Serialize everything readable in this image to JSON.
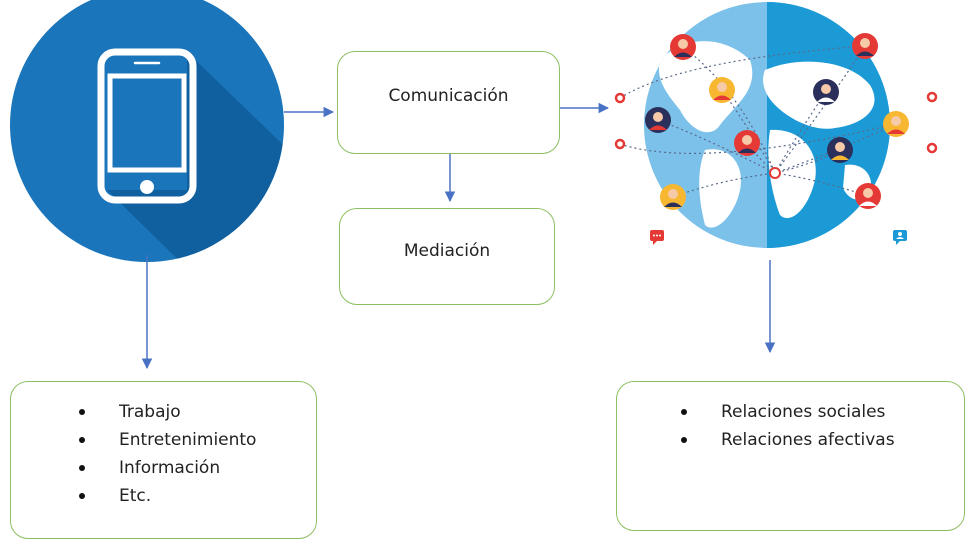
{
  "nodes": {
    "communication": "Comunicación",
    "mediation": "Mediación"
  },
  "uses_list": [
    "Trabajo",
    "Entretenimiento",
    "Información",
    "Etc."
  ],
  "relations_list": [
    "Relaciones sociales",
    "Relaciones afectivas"
  ],
  "icons": {
    "phone": "smartphone-icon",
    "globe": "global-network-icon",
    "chat": "chat-bubble-icon",
    "user": "user-profile-icon"
  },
  "colors": {
    "phone_circle": "#1b75bb",
    "phone_shadow": "#0f5d9c",
    "globe_light": "#7cc1ea",
    "globe_dark": "#1c9ad6",
    "connector": "#4a72c4",
    "box_border": "#8cc063",
    "marker_red": "#e53935",
    "marker_yellow": "#f7b731",
    "marker_navy": "#2a2f5b"
  }
}
